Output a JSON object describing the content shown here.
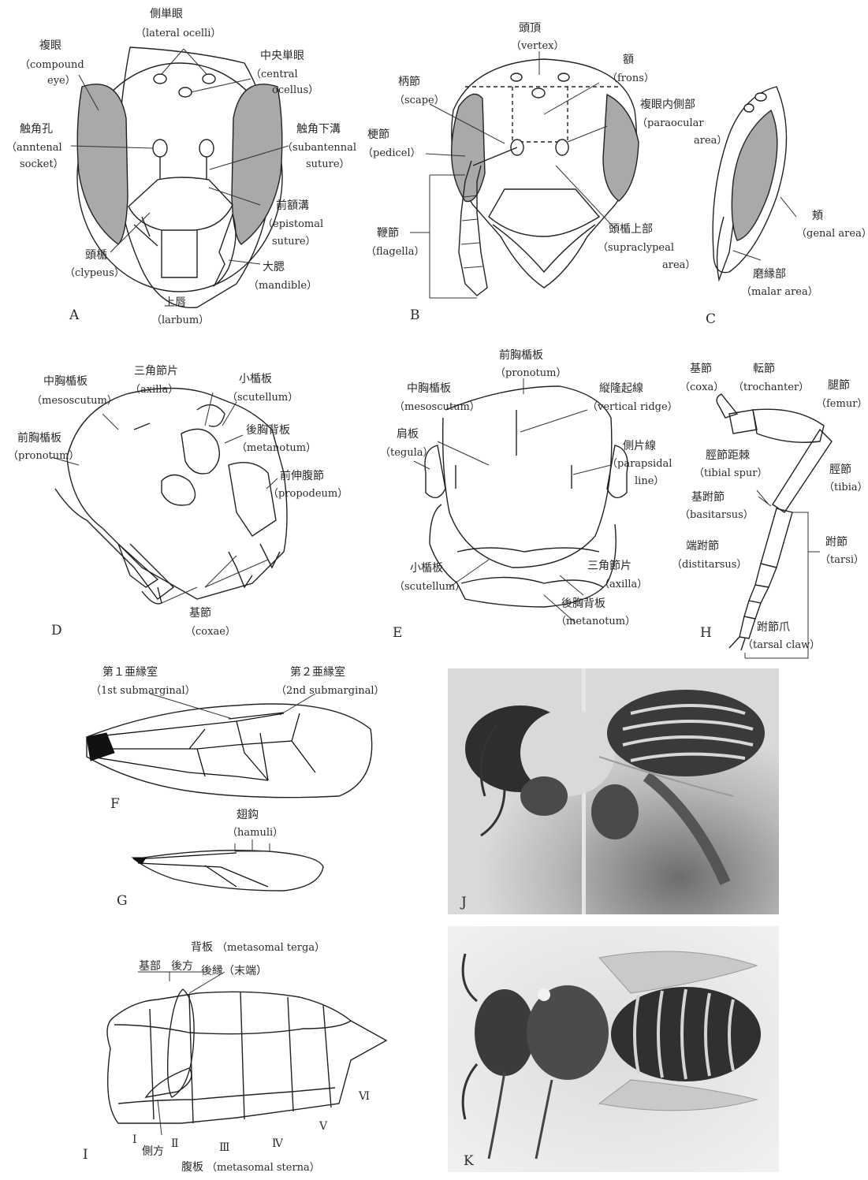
{
  "panels": {
    "A": {
      "letter": "A",
      "labels": {
        "lateral_ocelli": {
          "jp": "側単眼",
          "en": "（lateral ocelli）"
        },
        "central_ocellus": {
          "jp": "中央単眼",
          "en1": "（central",
          "en2": "ocellus）"
        },
        "compound_eye": {
          "jp": "複眼",
          "en1": "（compound",
          "en2": "eye）"
        },
        "antennal_socket": {
          "jp": "触角孔",
          "en1": "（anntenal",
          "en2": "socket）"
        },
        "subantennal_suture": {
          "jp": "触角下溝",
          "en1": "（subantennal",
          "en2": "suture）"
        },
        "epistomal_suture": {
          "jp": "前額溝",
          "en1": "（epistomal",
          "en2": "suture）"
        },
        "clypeus": {
          "jp": "頭楯",
          "en": "（clypeus）"
        },
        "mandible": {
          "jp": "大腮",
          "en": "（mandible）"
        },
        "labrum": {
          "jp": "上唇",
          "en": "（larbum）"
        }
      }
    },
    "B": {
      "letter": "B",
      "labels": {
        "vertex": {
          "jp": "頭頂",
          "en": "（vertex）"
        },
        "frons": {
          "jp": "額",
          "en": "（frons）"
        },
        "scape": {
          "jp": "柄節",
          "en": "（scape）"
        },
        "pedicel": {
          "jp": "梗節",
          "en": "（pedicel）"
        },
        "paraocular": {
          "jp": "複眼内側部",
          "en1": "（paraocular",
          "en2": "area）"
        },
        "flagella": {
          "jp": "鞭節",
          "en": "（flagella）"
        },
        "supraclypeal": {
          "jp": "頭楯上部",
          "en1": "（supraclypeal",
          "en2": "area）"
        }
      }
    },
    "C": {
      "letter": "C",
      "labels": {
        "genal": {
          "jp": "頬",
          "en": "（genal area）"
        },
        "malar": {
          "jp": "磨縁部",
          "en": "（malar area）"
        }
      }
    },
    "D": {
      "letter": "D",
      "labels": {
        "mesoscutum": {
          "jp": "中胸楯板",
          "en": "（mesoscutum）"
        },
        "axilla": {
          "jp": "三角節片",
          "en": "（axilla）"
        },
        "scutellum": {
          "jp": "小楯板",
          "en": "（scutellum）"
        },
        "pronotum": {
          "jp": "前胸楯板",
          "en": "（pronotum）"
        },
        "metanotum": {
          "jp": "後胸背板",
          "en": "（metanotum）"
        },
        "propodeum": {
          "jp": "前伸腹節",
          "en": "（propodeum）"
        },
        "coxae": {
          "jp": "基節",
          "en": "（coxae）"
        }
      }
    },
    "E": {
      "letter": "E",
      "labels": {
        "pronotum": {
          "jp": "前胸楯板",
          "en": "（pronotum）"
        },
        "mesoscutum": {
          "jp": "中胸楯板",
          "en": "（mesoscutum）"
        },
        "vertical_ridge": {
          "jp": "縦隆起線",
          "en": "（vertical ridge）"
        },
        "tegula": {
          "jp": "肩板",
          "en": "（tegula）"
        },
        "parapsidal": {
          "jp": "側片線",
          "en1": "（parapsidal",
          "en2": "line）"
        },
        "scutellum": {
          "jp": "小楯板",
          "en": "（scutellum）"
        },
        "axilla": {
          "jp": "三角節片",
          "en": "（axilla）"
        },
        "metanotum": {
          "jp": "後胸背板",
          "en": "（metanotum）"
        }
      }
    },
    "H": {
      "letter": "H",
      "labels": {
        "coxa": {
          "jp": "基節",
          "en": "（coxa）"
        },
        "trochanter": {
          "jp": "転節",
          "en": "（trochanter）"
        },
        "femur": {
          "jp": "腿節",
          "en": "（femur）"
        },
        "tibial_spur": {
          "jp": "脛節距棘",
          "en": "（tibial spur）"
        },
        "tibia": {
          "jp": "脛節",
          "en": "（tibia）"
        },
        "basitarsus": {
          "jp": "基跗節",
          "en": "（basitarsus）"
        },
        "tarsi": {
          "jp": "跗節",
          "en": "（tarsi）"
        },
        "distitarsus": {
          "jp": "端跗節",
          "en": "（distitarsus）"
        },
        "tarsal_claw": {
          "jp": "跗節爪",
          "en": "（tarsal claw）"
        }
      }
    },
    "F": {
      "letter": "F",
      "labels": {
        "first_submarginal": {
          "jp": "第１亜縁室",
          "en": "（1st submarginal）"
        },
        "second_submarginal": {
          "jp": "第２亜縁室",
          "en": "（2nd submarginal）"
        }
      }
    },
    "G": {
      "letter": "G",
      "labels": {
        "hamuli": {
          "jp": "翅鈎",
          "en": "（hamuli）"
        }
      }
    },
    "I": {
      "letter": "I",
      "labels": {
        "terga": {
          "jp": "背板",
          "en": "（metasomal terga）"
        },
        "basal": "基部",
        "posterior": "後方",
        "margin": "後縁（末端）",
        "lateral": "側方",
        "sterna": {
          "jp": "腹板",
          "en": "（metasomal sterna）"
        }
      },
      "segments": [
        "Ⅰ",
        "Ⅱ",
        "Ⅲ",
        "Ⅳ",
        "Ⅴ",
        "Ⅵ"
      ]
    },
    "J": {
      "letter": "J"
    },
    "K": {
      "letter": "K"
    }
  },
  "colors": {
    "line": "#222222",
    "eye_fill": "#a9a9a9",
    "photo_bg": "#8a8a8a"
  }
}
